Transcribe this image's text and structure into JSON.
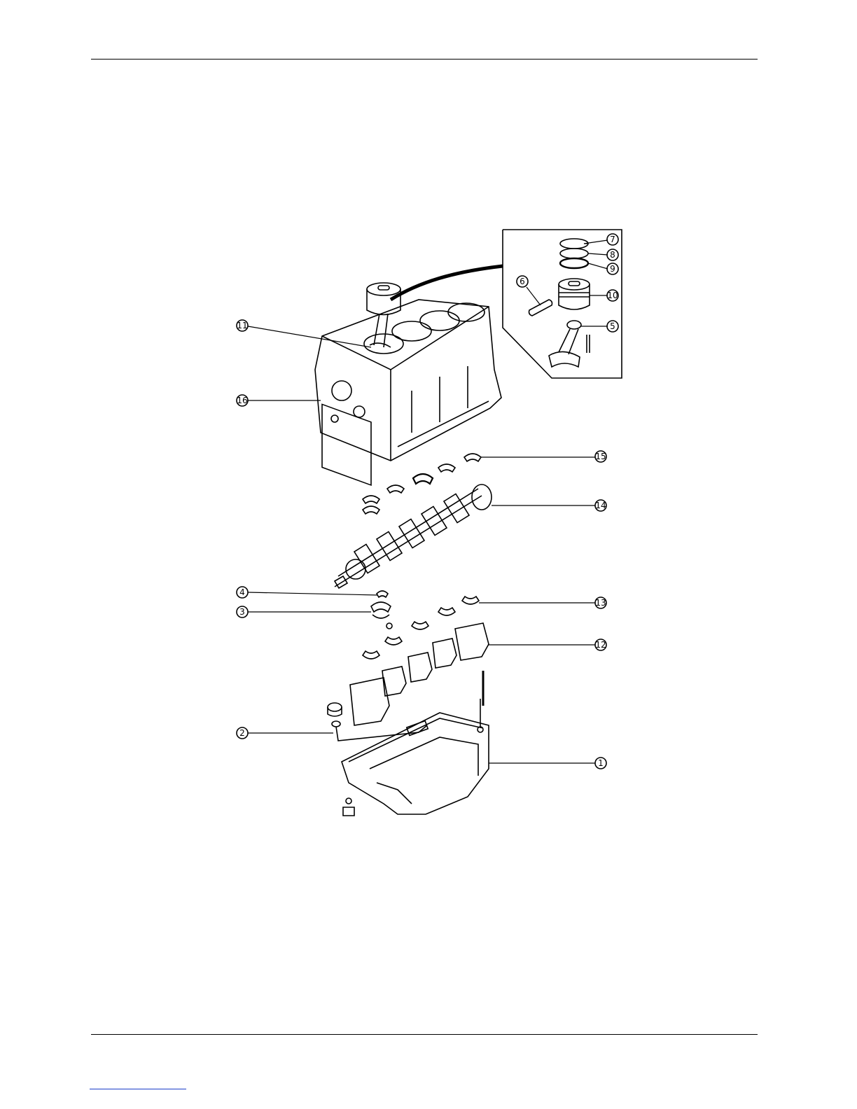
{
  "callouts": [
    {
      "id": "c7",
      "number": "7"
    },
    {
      "id": "c8",
      "number": "8"
    },
    {
      "id": "c9",
      "number": "9"
    },
    {
      "id": "c10",
      "number": "10"
    },
    {
      "id": "c6",
      "number": "6"
    },
    {
      "id": "c5",
      "number": "5"
    },
    {
      "id": "c11",
      "number": "11"
    },
    {
      "id": "c16",
      "number": "16"
    },
    {
      "id": "c15",
      "number": "15"
    },
    {
      "id": "c14",
      "number": "14"
    },
    {
      "id": "c4",
      "number": "4"
    },
    {
      "id": "c3",
      "number": "3"
    },
    {
      "id": "c13",
      "number": "13"
    },
    {
      "id": "c12",
      "number": "12"
    },
    {
      "id": "c2",
      "number": "2"
    },
    {
      "id": "c1",
      "number": "1"
    }
  ]
}
